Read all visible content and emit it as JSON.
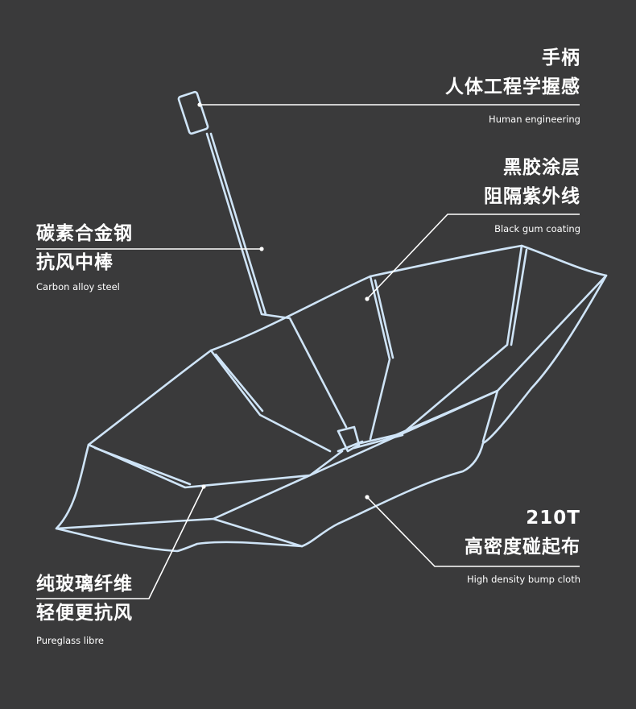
{
  "colors": {
    "background": "#3a3a3b",
    "umbrella_outline": "#cfe4f7",
    "callout_line": "#ffffff",
    "text": "#ffffff"
  },
  "labels": {
    "handle": {
      "cn_line1": "手柄",
      "cn_line2": "人体工程学握感",
      "en": "Human engineering"
    },
    "coating": {
      "cn_line1": "黑胶涂层",
      "cn_line2": "阻隔紫外线",
      "en": "Black gum coating"
    },
    "shaft": {
      "cn_line1": "碳素合金钢",
      "cn_line2": "抗风中棒",
      "en": "Carbon alloy steel"
    },
    "fabric": {
      "cn_line1": "210T",
      "cn_line2": "高密度碰起布",
      "en": "High density bump cloth"
    },
    "ribs": {
      "cn_line1": "纯玻璃纤维",
      "cn_line2": "轻便更抗风",
      "en": "Pureglass libre"
    }
  }
}
